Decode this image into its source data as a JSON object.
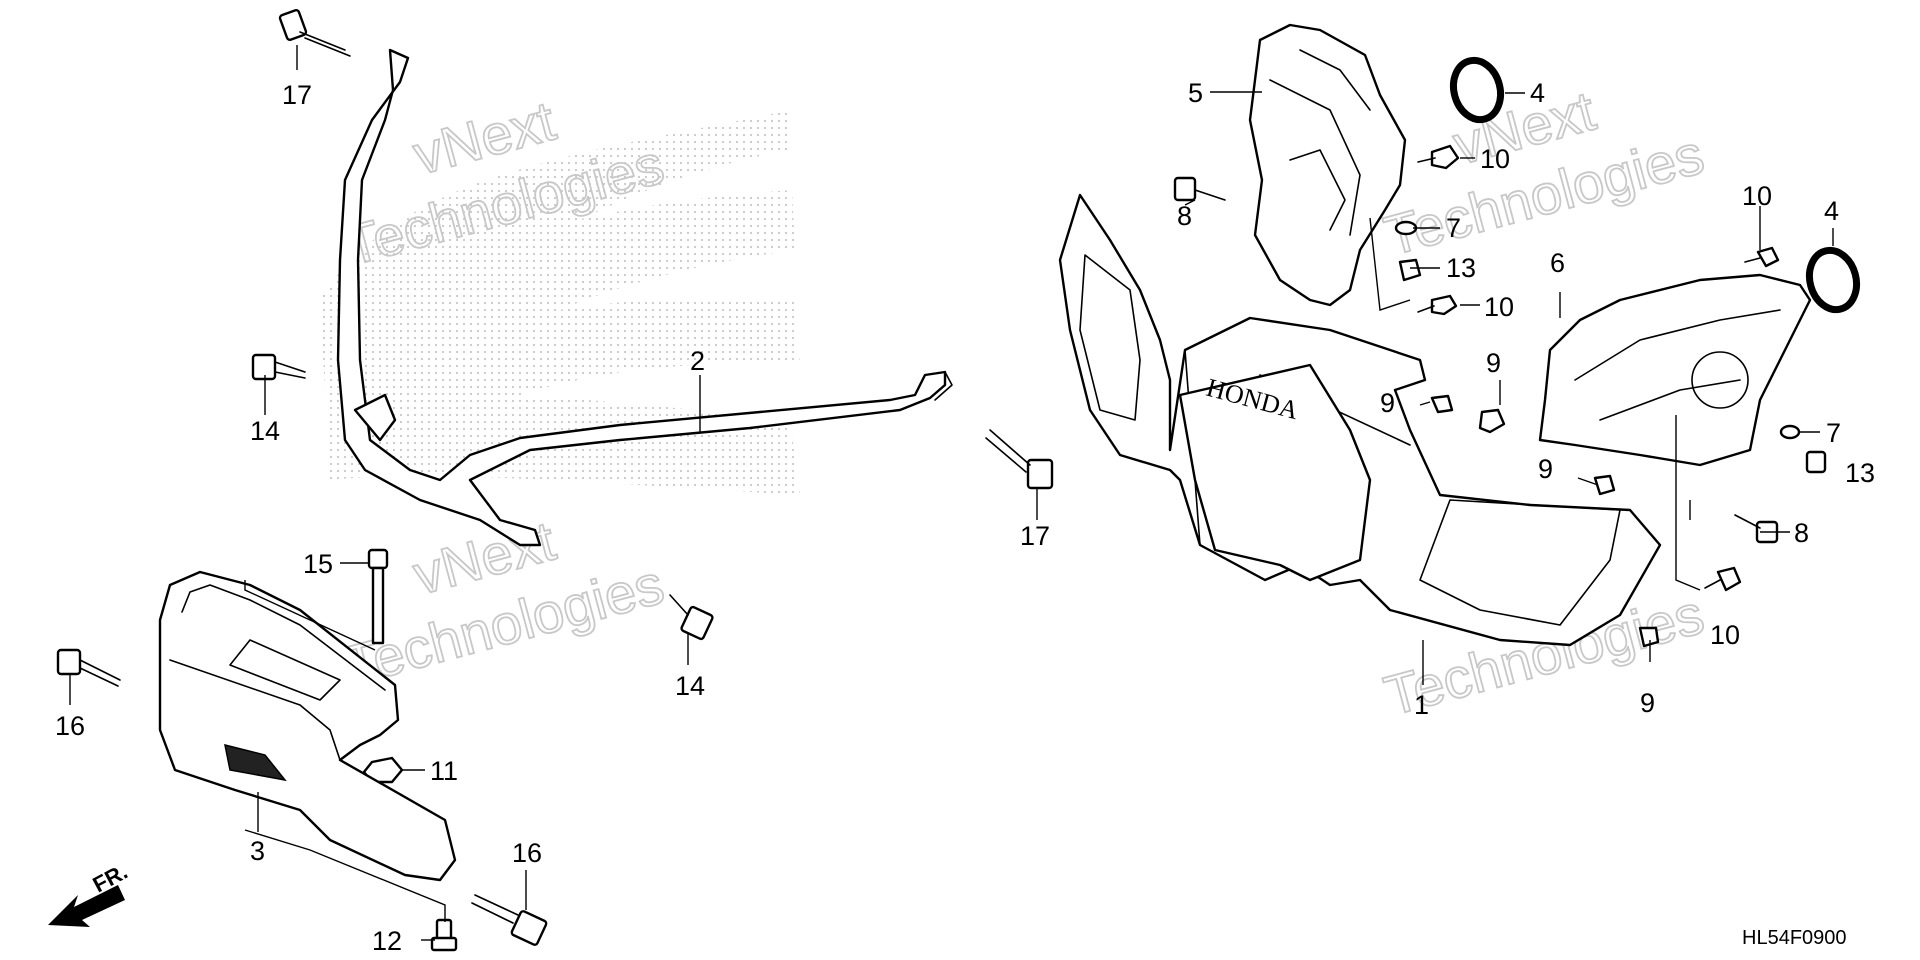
{
  "diagram_code": "HL54F0900",
  "front_arrow_label": "FR.",
  "watermarks": [
    {
      "line1": "vNext",
      "line2": "Technologies"
    },
    {
      "line1": "vNext",
      "line2": "Technologies"
    },
    {
      "line1": "vNext",
      "line2": "Technologies"
    },
    {
      "line1": "vNext",
      "line2": "Technologies"
    }
  ],
  "callouts": {
    "c1": "1",
    "c2": "2",
    "c3": "3",
    "c4a": "4",
    "c4b": "4",
    "c5": "5",
    "c6": "6",
    "c7a": "7",
    "c7b": "7",
    "c8a": "8",
    "c8b": "8",
    "c9a": "9",
    "c9b": "9",
    "c9c": "9",
    "c9d": "9",
    "c10a": "10",
    "c10b": "10",
    "c10c": "10",
    "c10d": "10",
    "c11": "11",
    "c12": "12",
    "c13a": "13",
    "c13b": "13",
    "c14a": "14",
    "c14b": "14",
    "c15": "15",
    "c16a": "16",
    "c16b": "16",
    "c17a": "17",
    "c17b": "17"
  }
}
